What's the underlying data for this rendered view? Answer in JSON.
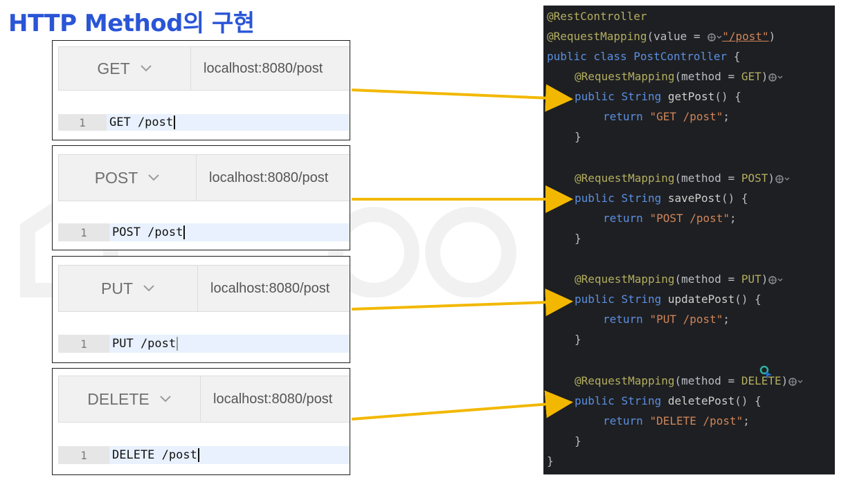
{
  "title": "HTTP Method의 구현",
  "requests": [
    {
      "method": "GET",
      "url": "localhost:8080/post",
      "line_no": "1",
      "body": "GET /post"
    },
    {
      "method": "POST",
      "url": "localhost:8080/post",
      "line_no": "1",
      "body": "POST /post"
    },
    {
      "method": "PUT",
      "url": "localhost:8080/post",
      "line_no": "1",
      "body": "PUT /post"
    },
    {
      "method": "DELETE",
      "url": "localhost:8080/post",
      "line_no": "1",
      "body": "DELETE /post"
    }
  ],
  "code": {
    "class_annotation": "@RestController",
    "mapping_annotation": "@RequestMapping",
    "mapping_value_prefix": "(value = ",
    "mapping_path": "\"/post\"",
    "mapping_close": ")",
    "class_decl_kw": "public class ",
    "class_name": "PostController",
    "brace_open": " {",
    "brace_close": "}",
    "methods": [
      {
        "http": "GET",
        "name": "getPost",
        "ret": "\"GET /post\""
      },
      {
        "http": "POST",
        "name": "savePost",
        "ret": "\"POST /post\""
      },
      {
        "http": "PUT",
        "name": "updatePost",
        "ret": "\"PUT /post\""
      },
      {
        "http": "DELETE",
        "name": "deletePost",
        "ret": "\"DELETE /post\""
      }
    ],
    "method_annotation_open": "(method = ",
    "public_kw": "public ",
    "string_type": "String ",
    "parens": "() {",
    "return_kw": "return ",
    "semicolon": ";"
  },
  "colors": {
    "title": "#2a55d6",
    "arrow": "#f2b800",
    "code_background": "#1e1f22"
  }
}
